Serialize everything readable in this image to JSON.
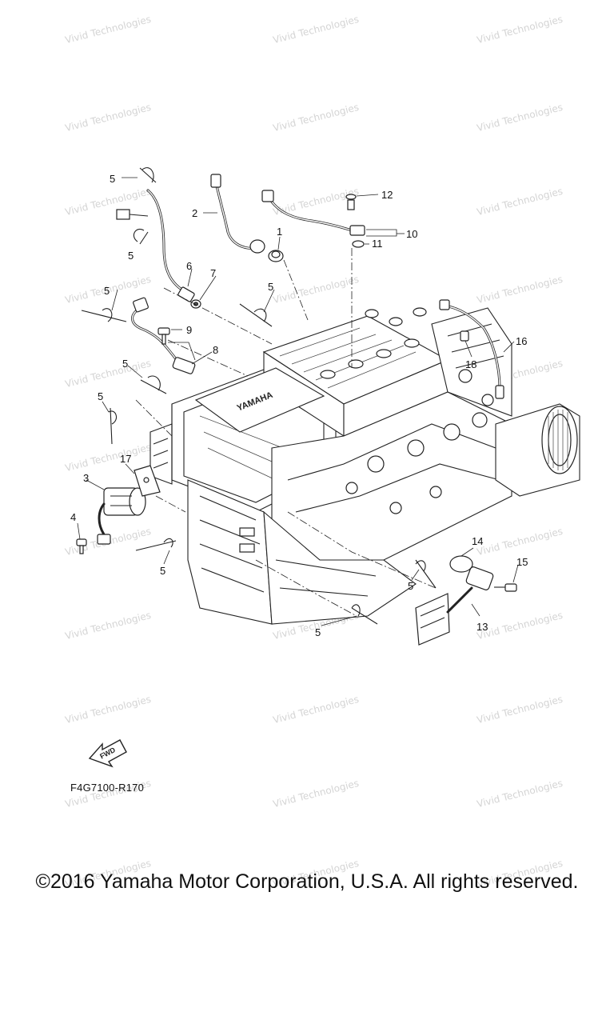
{
  "diagram": {
    "code": "F4G7100-R170",
    "copyright": "©2016 Yamaha Motor Corporation, U.S.A. All rights reserved.",
    "fwd_label": "FWD",
    "brand_on_cover": "YAMAHA",
    "watermark_text": "Vivid Technologies",
    "callouts": [
      "1",
      "2",
      "3",
      "4",
      "5",
      "6",
      "7",
      "8",
      "9",
      "10",
      "11",
      "12",
      "13",
      "14",
      "15",
      "16",
      "17",
      "18"
    ]
  }
}
